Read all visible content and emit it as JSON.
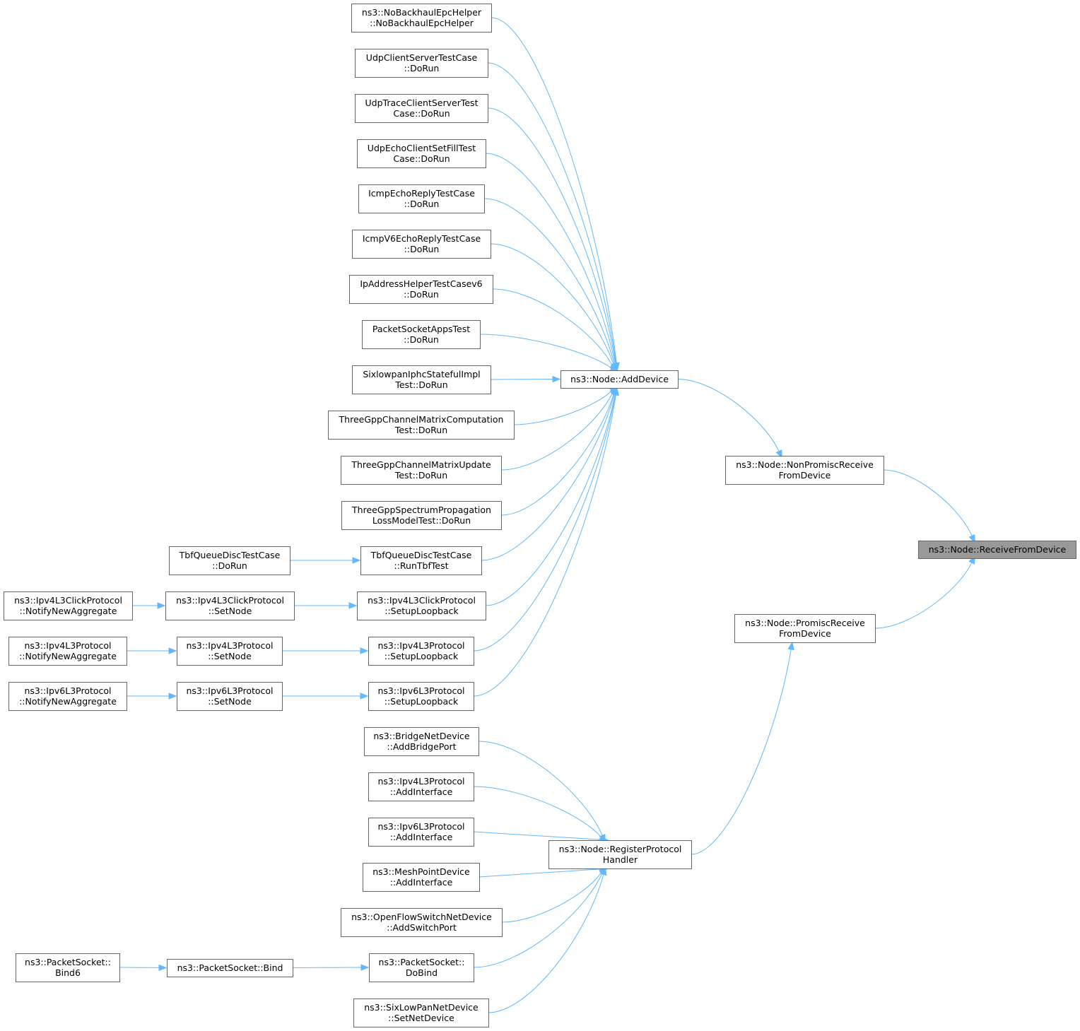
{
  "diagram": {
    "nodes": [
      {
        "id": "root",
        "lines": [
          "ns3::Node::ReceiveFromDevice"
        ],
        "highlight": true
      },
      {
        "id": "nonpromisc",
        "lines": [
          "ns3::Node::NonPromiscReceive",
          "FromDevice"
        ]
      },
      {
        "id": "promisc",
        "lines": [
          "ns3::Node::PromiscReceive",
          "FromDevice"
        ]
      },
      {
        "id": "adddevice",
        "lines": [
          "ns3::Node::AddDevice"
        ]
      },
      {
        "id": "registerhandler",
        "lines": [
          "ns3::Node::RegisterProtocol",
          "Handler"
        ]
      },
      {
        "id": "nobackhaul",
        "lines": [
          "ns3::NoBackhaulEpcHelper",
          "::NoBackhaulEpcHelper"
        ]
      },
      {
        "id": "udpclientserver",
        "lines": [
          "UdpClientServerTestCase",
          "::DoRun"
        ]
      },
      {
        "id": "udptrace",
        "lines": [
          "UdpTraceClientServerTest",
          "Case::DoRun"
        ]
      },
      {
        "id": "udpecho",
        "lines": [
          "UdpEchoClientSetFillTest",
          "Case::DoRun"
        ]
      },
      {
        "id": "icmpecho",
        "lines": [
          "IcmpEchoReplyTestCase",
          "::DoRun"
        ]
      },
      {
        "id": "icmpv6echo",
        "lines": [
          "IcmpV6EchoReplyTestCase",
          "::DoRun"
        ]
      },
      {
        "id": "ipaddrhelper",
        "lines": [
          "IpAddressHelperTestCasev6",
          "::DoRun"
        ]
      },
      {
        "id": "packetsocketapps",
        "lines": [
          "PacketSocketAppsTest",
          "::DoRun"
        ]
      },
      {
        "id": "sixlowpaniphc",
        "lines": [
          "SixlowpanIphcStatefulImpl",
          "Test::DoRun"
        ]
      },
      {
        "id": "threegppcompute",
        "lines": [
          "ThreeGppChannelMatrixComputation",
          "Test::DoRun"
        ]
      },
      {
        "id": "threegppupdate",
        "lines": [
          "ThreeGppChannelMatrixUpdate",
          "Test::DoRun"
        ]
      },
      {
        "id": "threegppspectrum",
        "lines": [
          "ThreeGppSpectrumPropagation",
          "LossModelTest::DoRun"
        ]
      },
      {
        "id": "tbfruntest",
        "lines": [
          "TbfQueueDiscTestCase",
          "::RunTbfTest"
        ]
      },
      {
        "id": "tbfdorun",
        "lines": [
          "TbfQueueDiscTestCase",
          "::DoRun"
        ]
      },
      {
        "id": "clickloopback",
        "lines": [
          "ns3::Ipv4L3ClickProtocol",
          "::SetupLoopback"
        ]
      },
      {
        "id": "clicksetnode",
        "lines": [
          "ns3::Ipv4L3ClickProtocol",
          "::SetNode"
        ]
      },
      {
        "id": "clicknotify",
        "lines": [
          "ns3::Ipv4L3ClickProtocol",
          "::NotifyNewAggregate"
        ]
      },
      {
        "id": "ipv4loopback",
        "lines": [
          "ns3::Ipv4L3Protocol",
          "::SetupLoopback"
        ]
      },
      {
        "id": "ipv4setnode",
        "lines": [
          "ns3::Ipv4L3Protocol",
          "::SetNode"
        ]
      },
      {
        "id": "ipv4notify",
        "lines": [
          "ns3::Ipv4L3Protocol",
          "::NotifyNewAggregate"
        ]
      },
      {
        "id": "ipv6loopback",
        "lines": [
          "ns3::Ipv6L3Protocol",
          "::SetupLoopback"
        ]
      },
      {
        "id": "ipv6setnode",
        "lines": [
          "ns3::Ipv6L3Protocol",
          "::SetNode"
        ]
      },
      {
        "id": "ipv6notify",
        "lines": [
          "ns3::Ipv6L3Protocol",
          "::NotifyNewAggregate"
        ]
      },
      {
        "id": "bridgeport",
        "lines": [
          "ns3::BridgeNetDevice",
          "::AddBridgePort"
        ]
      },
      {
        "id": "ipv4addif",
        "lines": [
          "ns3::Ipv4L3Protocol",
          "::AddInterface"
        ]
      },
      {
        "id": "ipv6addif",
        "lines": [
          "ns3::Ipv6L3Protocol",
          "::AddInterface"
        ]
      },
      {
        "id": "meshaddif",
        "lines": [
          "ns3::MeshPointDevice",
          "::AddInterface"
        ]
      },
      {
        "id": "openflow",
        "lines": [
          "ns3::OpenFlowSwitchNetDevice",
          "::AddSwitchPort"
        ]
      },
      {
        "id": "dobind",
        "lines": [
          "ns3::PacketSocket::",
          "DoBind"
        ]
      },
      {
        "id": "bind",
        "lines": [
          "ns3::PacketSocket::Bind"
        ]
      },
      {
        "id": "bind6",
        "lines": [
          "ns3::PacketSocket::",
          "Bind6"
        ]
      },
      {
        "id": "sixlowpansetdev",
        "lines": [
          "ns3::SixLowPanNetDevice",
          "::SetNetDevice"
        ]
      }
    ],
    "edges": [
      {
        "from": "nonpromisc",
        "to": "root"
      },
      {
        "from": "promisc",
        "to": "root"
      },
      {
        "from": "adddevice",
        "to": "nonpromisc"
      },
      {
        "from": "registerhandler",
        "to": "promisc"
      },
      {
        "from": "nobackhaul",
        "to": "adddevice"
      },
      {
        "from": "udpclientserver",
        "to": "adddevice"
      },
      {
        "from": "udptrace",
        "to": "adddevice"
      },
      {
        "from": "udpecho",
        "to": "adddevice"
      },
      {
        "from": "icmpecho",
        "to": "adddevice"
      },
      {
        "from": "icmpv6echo",
        "to": "adddevice"
      },
      {
        "from": "ipaddrhelper",
        "to": "adddevice"
      },
      {
        "from": "packetsocketapps",
        "to": "adddevice"
      },
      {
        "from": "sixlowpaniphc",
        "to": "adddevice"
      },
      {
        "from": "threegppcompute",
        "to": "adddevice"
      },
      {
        "from": "threegppupdate",
        "to": "adddevice"
      },
      {
        "from": "threegppspectrum",
        "to": "adddevice"
      },
      {
        "from": "tbfruntest",
        "to": "adddevice"
      },
      {
        "from": "clickloopback",
        "to": "adddevice"
      },
      {
        "from": "ipv4loopback",
        "to": "adddevice"
      },
      {
        "from": "ipv6loopback",
        "to": "adddevice"
      },
      {
        "from": "tbfdorun",
        "to": "tbfruntest"
      },
      {
        "from": "clicksetnode",
        "to": "clickloopback"
      },
      {
        "from": "clicknotify",
        "to": "clicksetnode"
      },
      {
        "from": "ipv4setnode",
        "to": "ipv4loopback"
      },
      {
        "from": "ipv4notify",
        "to": "ipv4setnode"
      },
      {
        "from": "ipv6setnode",
        "to": "ipv6loopback"
      },
      {
        "from": "ipv6notify",
        "to": "ipv6setnode"
      },
      {
        "from": "bridgeport",
        "to": "registerhandler"
      },
      {
        "from": "ipv4addif",
        "to": "registerhandler"
      },
      {
        "from": "ipv6addif",
        "to": "registerhandler"
      },
      {
        "from": "meshaddif",
        "to": "registerhandler"
      },
      {
        "from": "openflow",
        "to": "registerhandler"
      },
      {
        "from": "dobind",
        "to": "registerhandler"
      },
      {
        "from": "sixlowpansetdev",
        "to": "registerhandler"
      },
      {
        "from": "bind",
        "to": "dobind"
      },
      {
        "from": "bind6",
        "to": "bind"
      }
    ]
  },
  "colors": {
    "edge": "#63b8ff",
    "node_border": "#666666",
    "node_fill": "#ffffff",
    "highlight_fill": "#999999"
  }
}
